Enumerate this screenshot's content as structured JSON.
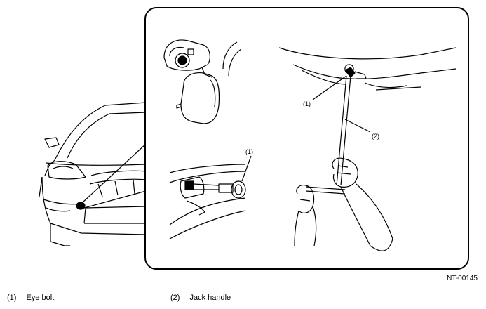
{
  "figure": {
    "reference_code": "NT-00145",
    "callouts": {
      "eye_bolt_top": "(1)",
      "eye_bolt_bottom": "(1)",
      "jack_handle": "(2)"
    },
    "legend": [
      {
        "number": "(1)",
        "label": "Eye bolt"
      },
      {
        "number": "(2)",
        "label": "Jack handle"
      }
    ]
  }
}
